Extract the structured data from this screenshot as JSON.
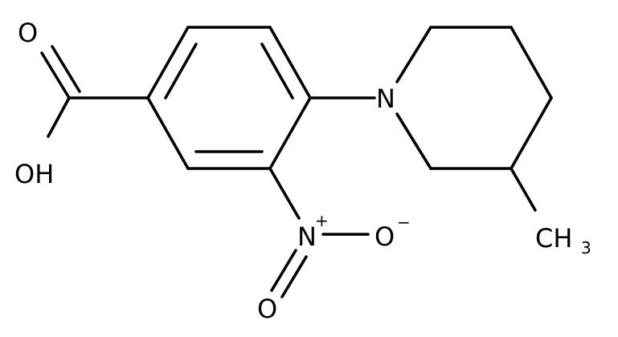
{
  "molecule": {
    "atoms": {
      "carbonyl_O": "O",
      "hydroxyl": "OH",
      "nitrogen_amine": "N",
      "nitro_N": "N",
      "nitro_charge_pos": "+",
      "nitro_O_single": "O",
      "nitro_charge_neg": "−",
      "nitro_O_double": "O",
      "methyl_CH": "CH",
      "methyl_sub": "3"
    }
  }
}
